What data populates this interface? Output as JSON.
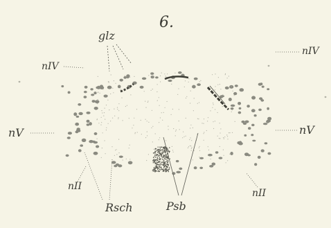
{
  "figure": {
    "number": "6."
  },
  "labels": {
    "glz": "glz",
    "niv_left": "nIV",
    "niv_right": "nIV",
    "nv_left": "nV",
    "nv_right": "nV",
    "nii_left": "nII",
    "nii_right": "nII",
    "rsch": "Rsch",
    "psb": "Psb"
  },
  "colors": {
    "paper": "#f6f4e6",
    "ink": "#3a3a34",
    "stipple": "#8a8a80"
  }
}
